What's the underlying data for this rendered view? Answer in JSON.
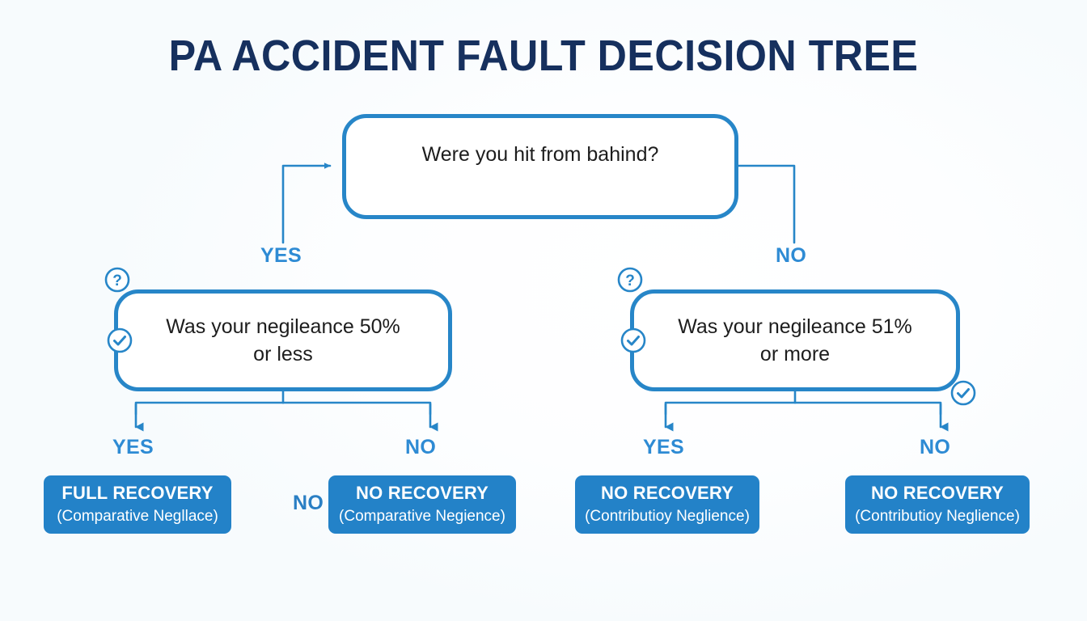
{
  "page": {
    "title": "PA ACCIDENT FAULT DECISION TREE",
    "background_color": "#fbfdfe",
    "accent_color": "#2382c8",
    "title_color": "#16305e",
    "label_color": "#2e8bd4"
  },
  "nodes": {
    "root": {
      "question": "Were you hit from bahind?",
      "yes_label": "YES",
      "no_label": "NO"
    },
    "left": {
      "question_line1": "Was your negileance 50%",
      "question_line2": "or less",
      "yes_label": "YES",
      "no_label": "NO",
      "badges": [
        "question-mark-circle",
        "check-circle"
      ]
    },
    "right": {
      "question_line1": "Was your negileance 51%",
      "question_line2": "or more",
      "yes_label": "YES",
      "no_label": "NO",
      "badges": [
        "question-mark-circle",
        "check-circle",
        "check-circle"
      ]
    }
  },
  "outcomes": [
    {
      "title": "FULL RECOVERY",
      "subtitle": "(Comparative Negllace)"
    },
    {
      "title": "NO RECOVERY",
      "subtitle": "(Comparative Negience)"
    },
    {
      "title": "NO RECOVERY",
      "subtitle": "(Contributioy Neglience)"
    },
    {
      "title": "NO RECOVERY",
      "subtitle": "(Contributioy Neglience)"
    }
  ],
  "stray_label": "NO"
}
